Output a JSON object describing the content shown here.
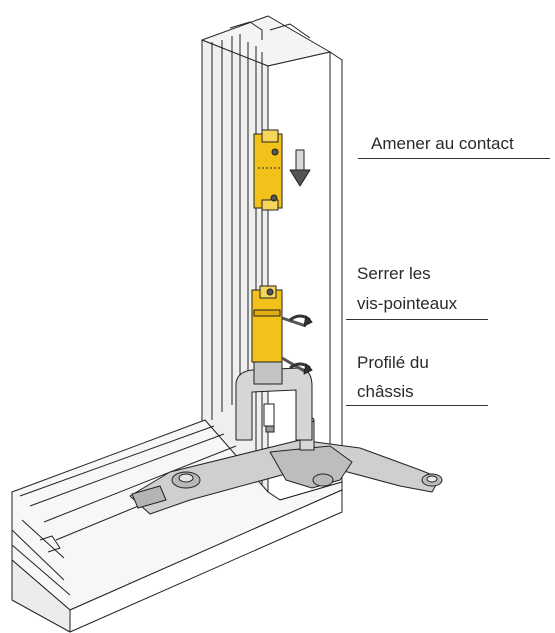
{
  "labels": {
    "contact": "Amener au contact",
    "screws_line1": "Serrer les",
    "screws_line2": "vis-pointeaux",
    "profile_line1": "Profilé du",
    "profile_line2": "châssis"
  },
  "colors": {
    "hardware_yellow": "#f2c21a",
    "hardware_metal": "#c9c9c9",
    "outline": "#222222"
  }
}
